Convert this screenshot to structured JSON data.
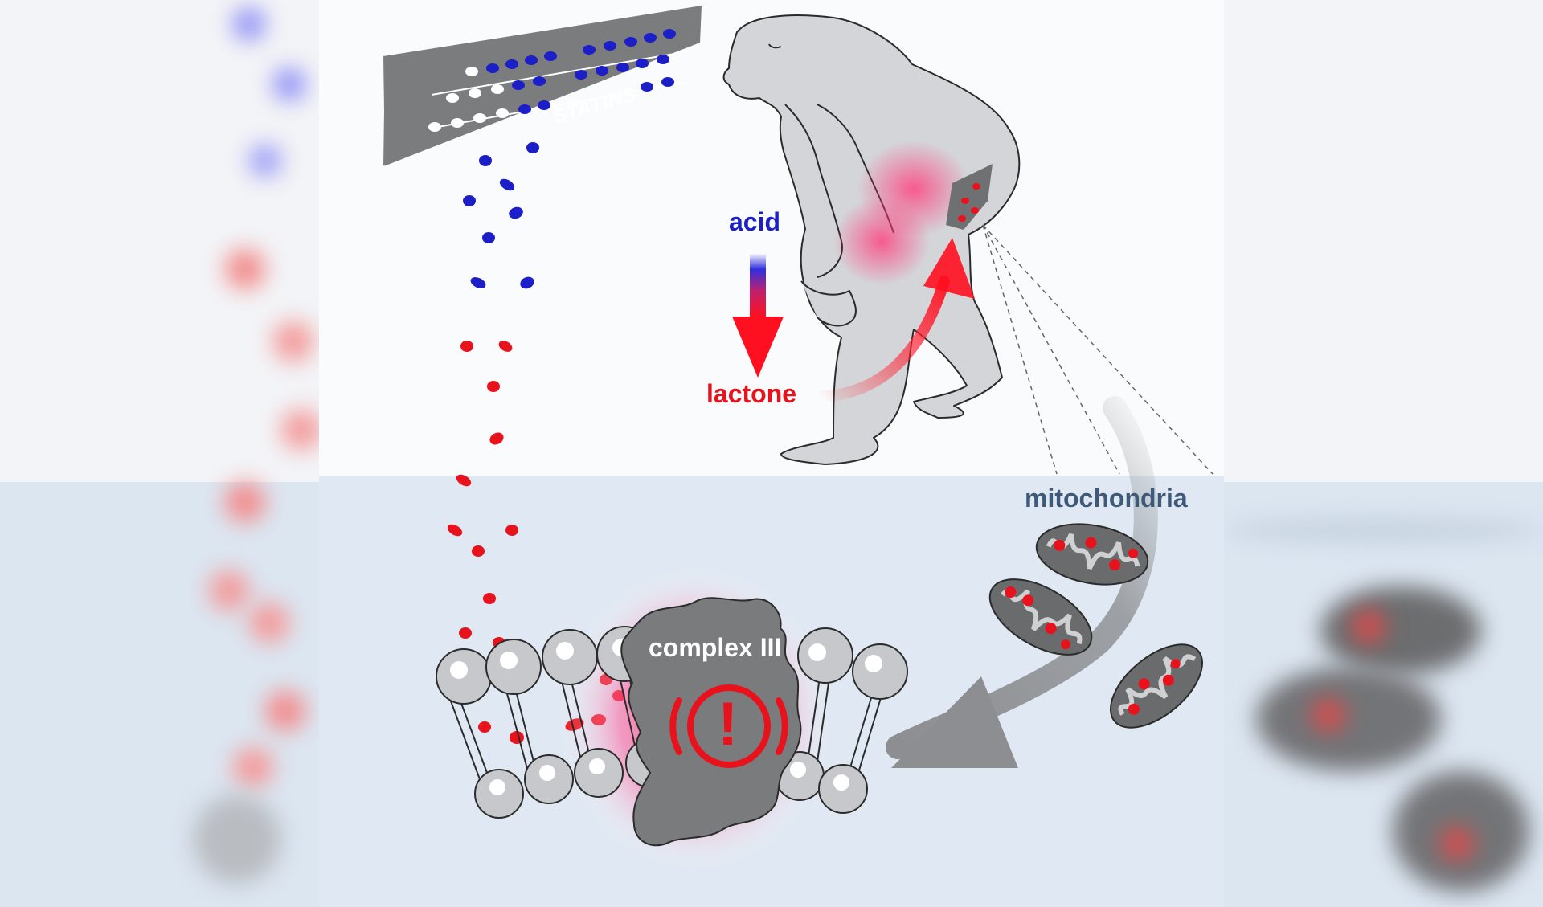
{
  "labels": {
    "statins": "STATINS",
    "acid": "acid",
    "lactone": "lactone",
    "mitochondria": "mitochondria",
    "complex": "complex III",
    "warning": "!"
  },
  "colors": {
    "acid_blue": "#1c1fc7",
    "lactone_red": "#e8121c",
    "membrane_gray": "#c6c8cb",
    "complex_gray": "#7a7b7d",
    "background_top": "#fafbfc",
    "background_bottom": "#e0e9f3",
    "mitochondria_label": "#3f5a78"
  },
  "icons": {
    "statin_strip": "pill-blister-strip",
    "person": "person-holding-thigh",
    "warning": "warning-exclamation-icon",
    "flow_arrow": "curved-arrow"
  }
}
